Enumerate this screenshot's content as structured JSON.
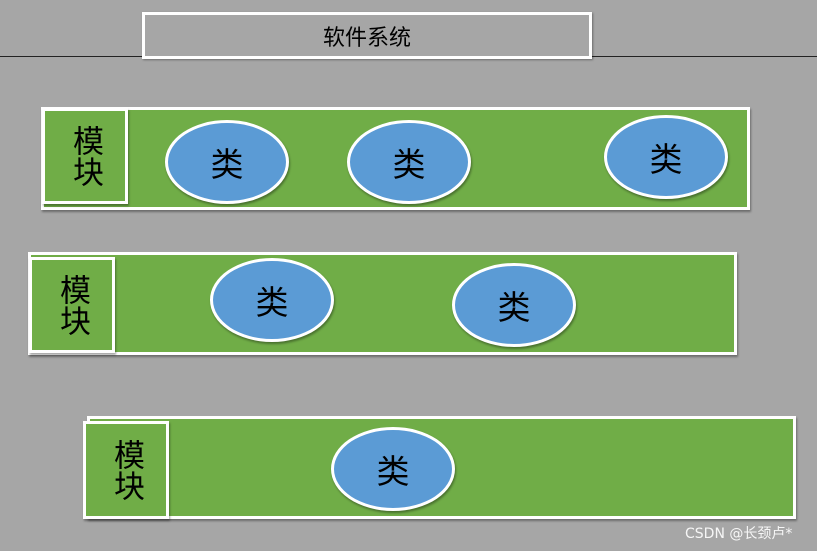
{
  "title": "软件系统",
  "modules": [
    {
      "label": "模块",
      "classes": [
        "类",
        "类",
        "类"
      ]
    },
    {
      "label": "模块",
      "classes": [
        "类",
        "类"
      ]
    },
    {
      "label": "模块",
      "classes": [
        "类"
      ]
    }
  ],
  "watermark": "CSDN @长颈卢*",
  "colors": {
    "background": "#a6a6a6",
    "module_fill": "#70ad47",
    "class_fill": "#5b9bd5",
    "outline": "#ffffff"
  }
}
